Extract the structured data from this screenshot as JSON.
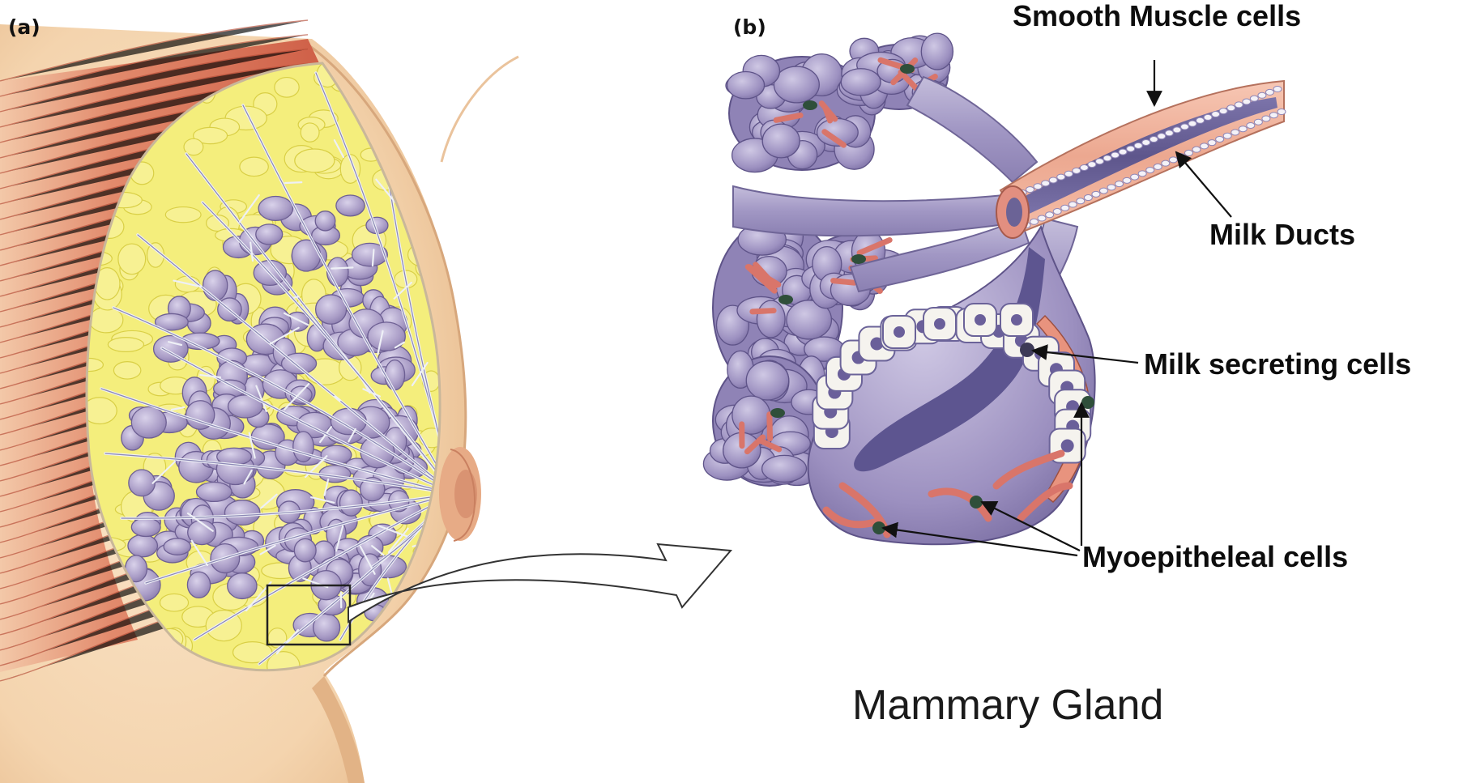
{
  "panels": {
    "a": "(a)",
    "b": "(b)"
  },
  "labels": {
    "smooth_muscle": "Smooth Muscle cells",
    "milk_ducts": "Milk Ducts",
    "milk_secreting": "Milk secreting cells",
    "myoepitheleal": "Myoepitheleal cells"
  },
  "title": "Mammary Gland",
  "colors": {
    "skin": "#f6d9b6",
    "skin_shadow": "#e7bb8e",
    "muscle": "#d9755b",
    "fat": "#f2ea6a",
    "lobule": "#a79bc1",
    "vessel": "#d9756a",
    "duct_wall": "#eca890"
  }
}
